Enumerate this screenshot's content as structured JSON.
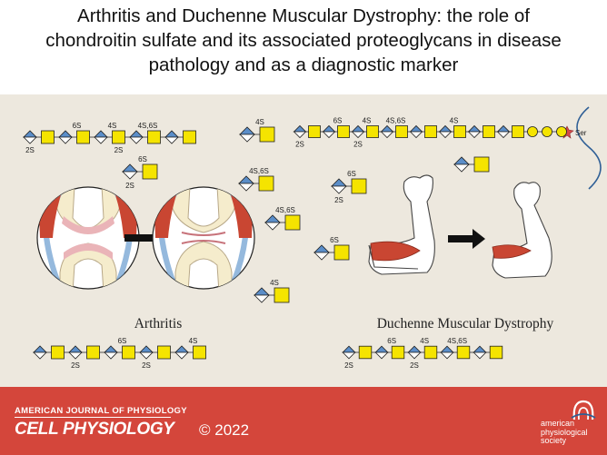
{
  "title": {
    "line1": "Arthritis  and Duchenne Muscular Dystrophy: the role of",
    "line2": "chondroitin  sulfate and its associated proteoglycans  in disease",
    "line3": "pathology and as a diagnostic marker"
  },
  "diagram": {
    "arthritis_label": "Arthritis",
    "dmd_label": "Duchenne Muscular Dystrophy",
    "ser_label": "Ser",
    "modifications": {
      "s2": "2S",
      "s4": "4S",
      "s6": "6S",
      "s46": "4S,6S"
    }
  },
  "colors": {
    "panel": "#ede8de",
    "footer": "#d4463b",
    "hexnac": "#f5e400",
    "uronic_blue": "#5b8ec9",
    "muscle": "#c94632",
    "cartilage": "#eab4b8",
    "arrow": "#111111"
  },
  "footer": {
    "journal": "AMERICAN JOURNAL OF PHYSIOLOGY",
    "section": "CELL PHYSIOLOGY",
    "copyright": "© 2022",
    "society_line1": "american",
    "society_line2": "physiological",
    "society_line3": "society"
  }
}
